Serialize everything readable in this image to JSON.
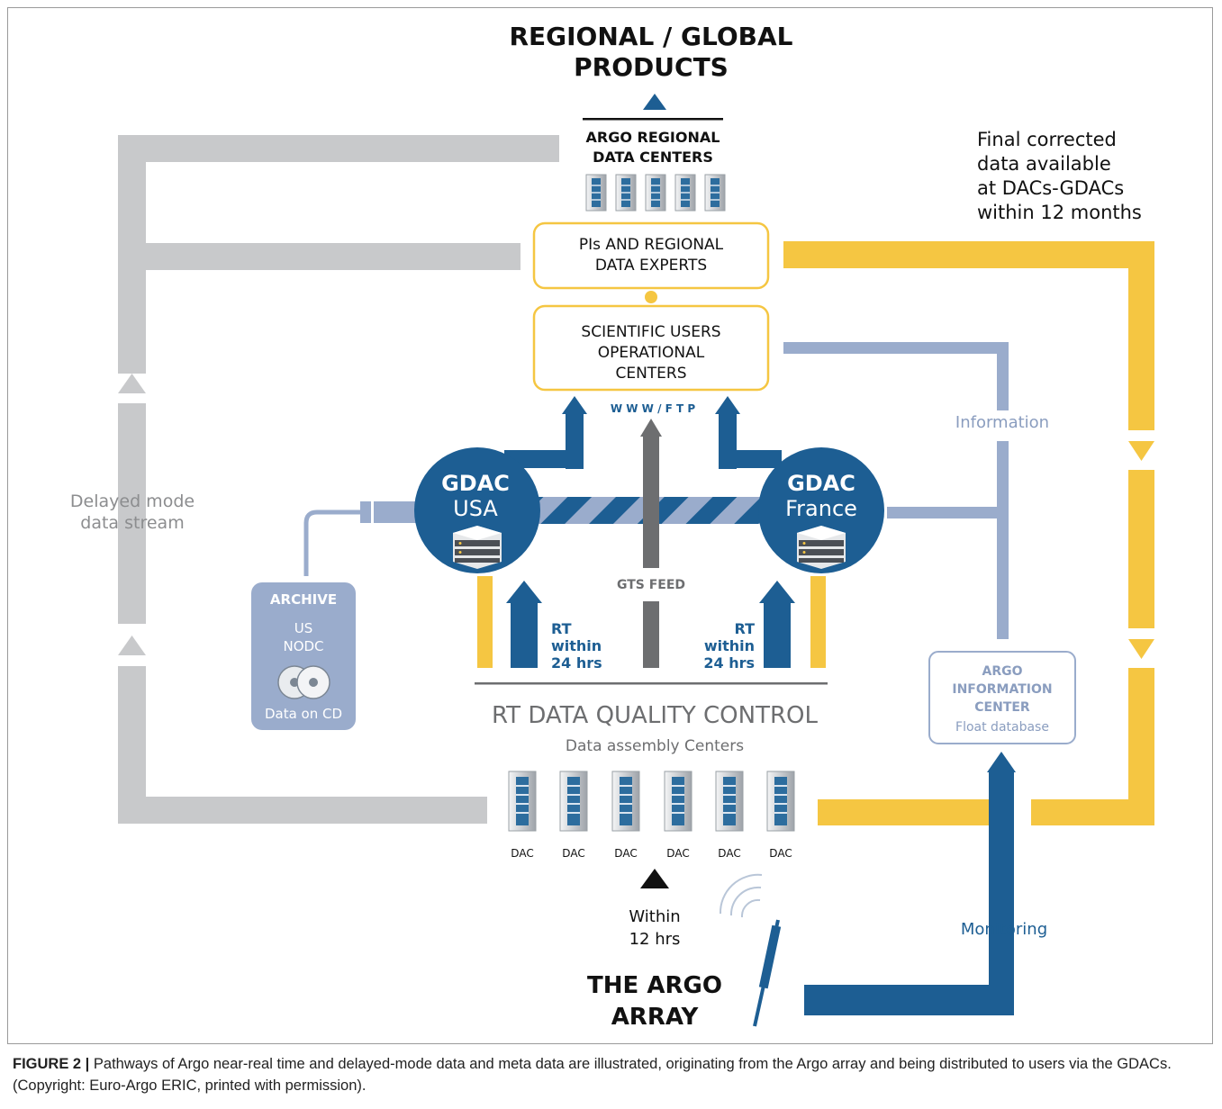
{
  "title": {
    "line1": "REGIONAL / GLOBAL",
    "line2": "PRODUCTS"
  },
  "regional_centers": {
    "line1": "ARGO REGIONAL",
    "line2": "DATA CENTERS"
  },
  "final_corrected": {
    "line1": "Final corrected",
    "line2": "data available",
    "line3": "at DACs-GDACs",
    "line4": "within 12 months"
  },
  "pis_box": {
    "line1": "PIs AND REGIONAL",
    "line2": "DATA EXPERTS"
  },
  "users_box": {
    "line1": "SCIENTIFIC USERS",
    "line2": "OPERATIONAL",
    "line3": "CENTERS"
  },
  "www_ftp": "W W W / F T P",
  "information": "Information",
  "delayed_mode": {
    "line1": "Delayed mode",
    "line2": "data stream"
  },
  "gdac_usa": {
    "line1": "GDAC",
    "line2": "USA"
  },
  "gdac_france": {
    "line1": "GDAC",
    "line2": "France"
  },
  "gts_feed": "GTS FEED",
  "archive": {
    "title": "ARCHIVE",
    "line1": "US",
    "line2": "NODC",
    "line3": "Data on CD"
  },
  "rt_left": {
    "line1": "RT",
    "line2": "within",
    "line3": "24 hrs"
  },
  "rt_right": {
    "line1": "RT",
    "line2": "within",
    "line3": "24 hrs"
  },
  "info_center": {
    "line1": "ARGO",
    "line2": "INFORMATION",
    "line3": "CENTER",
    "line4": "Float database"
  },
  "rt_qc": "RT DATA QUALITY CONTROL",
  "dac_subtitle": "Data assembly Centers",
  "dac_labels": [
    "DAC",
    "DAC",
    "DAC",
    "DAC",
    "DAC",
    "DAC"
  ],
  "within12": {
    "line1": "Within",
    "line2": "12 hrs"
  },
  "monitoring": "Monitoring",
  "argo_array": {
    "line1": "THE ARGO",
    "line2": "ARRAY"
  },
  "caption": {
    "label": "FIGURE 2 |",
    "text": " Pathways of Argo near-real time and delayed-mode data and meta data are illustrated, originating from the Argo array and being distributed to users via the GDACs. (Copyright: Euro-Argo ERIC, printed with permission)."
  },
  "colors": {
    "gray": "#c8c9cb",
    "yellow": "#f5c642",
    "blue": "#1d5e93",
    "lightblue": "#9aaccc",
    "darkgray": "#6d6e70"
  }
}
